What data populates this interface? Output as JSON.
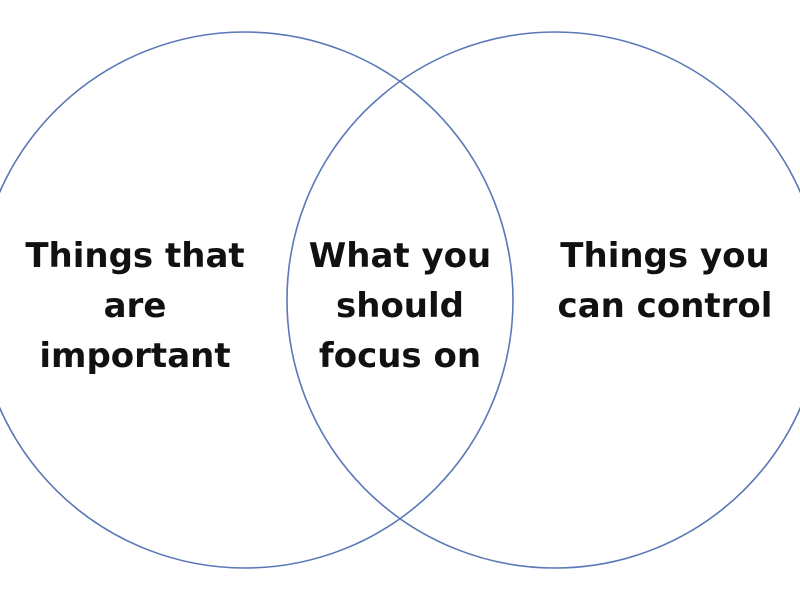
{
  "diagram": {
    "type": "venn",
    "outline_color": "#5a78b8",
    "sets": [
      {
        "id": "left",
        "lines": [
          "Things that",
          "are",
          "important"
        ]
      },
      {
        "id": "right",
        "lines": [
          "Things you",
          "can control"
        ]
      }
    ],
    "intersection": {
      "lines": [
        "What you",
        "should",
        "focus on"
      ]
    }
  }
}
